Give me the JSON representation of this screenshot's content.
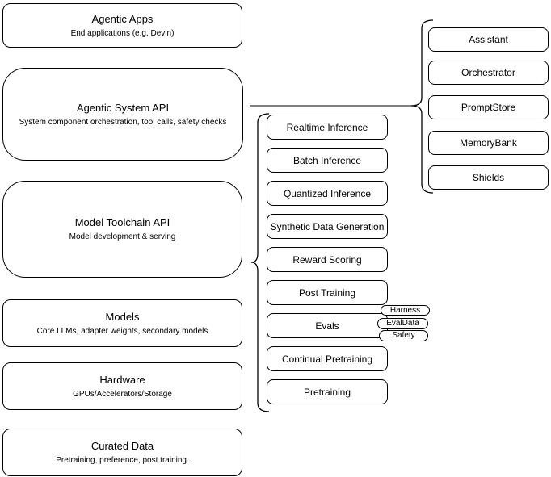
{
  "diagram": {
    "left_stack": [
      {
        "title": "Agentic Apps",
        "subtitle": "End applications (e.g. Devin)"
      },
      {
        "title": "Agentic System API",
        "subtitle": "System component orchestration, tool calls, safety checks"
      },
      {
        "title": "Model Toolchain API",
        "subtitle": "Model development & serving"
      },
      {
        "title": "Models",
        "subtitle": "Core LLMs, adapter weights, secondary models"
      },
      {
        "title": "Hardware",
        "subtitle": "GPUs/Accelerators/Storage"
      },
      {
        "title": "Curated Data",
        "subtitle": "Pretraining, preference, post training."
      }
    ],
    "toolchain_items": [
      "Realtime Inference",
      "Batch Inference",
      "Quantized Inference",
      "Synthetic Data Generation",
      "Reward Scoring",
      "Post Training",
      "Evals",
      "Continual Pretraining",
      "Pretraining"
    ],
    "eval_tags": [
      "Harness",
      "EvalData",
      "Safety"
    ],
    "system_components": [
      "Assistant",
      "Orchestrator",
      "PromptStore",
      "MemoryBank",
      "Shields"
    ],
    "colors": {
      "stroke": "#000000",
      "fill": "#ffffff",
      "connector": "#6e6e6e"
    }
  }
}
